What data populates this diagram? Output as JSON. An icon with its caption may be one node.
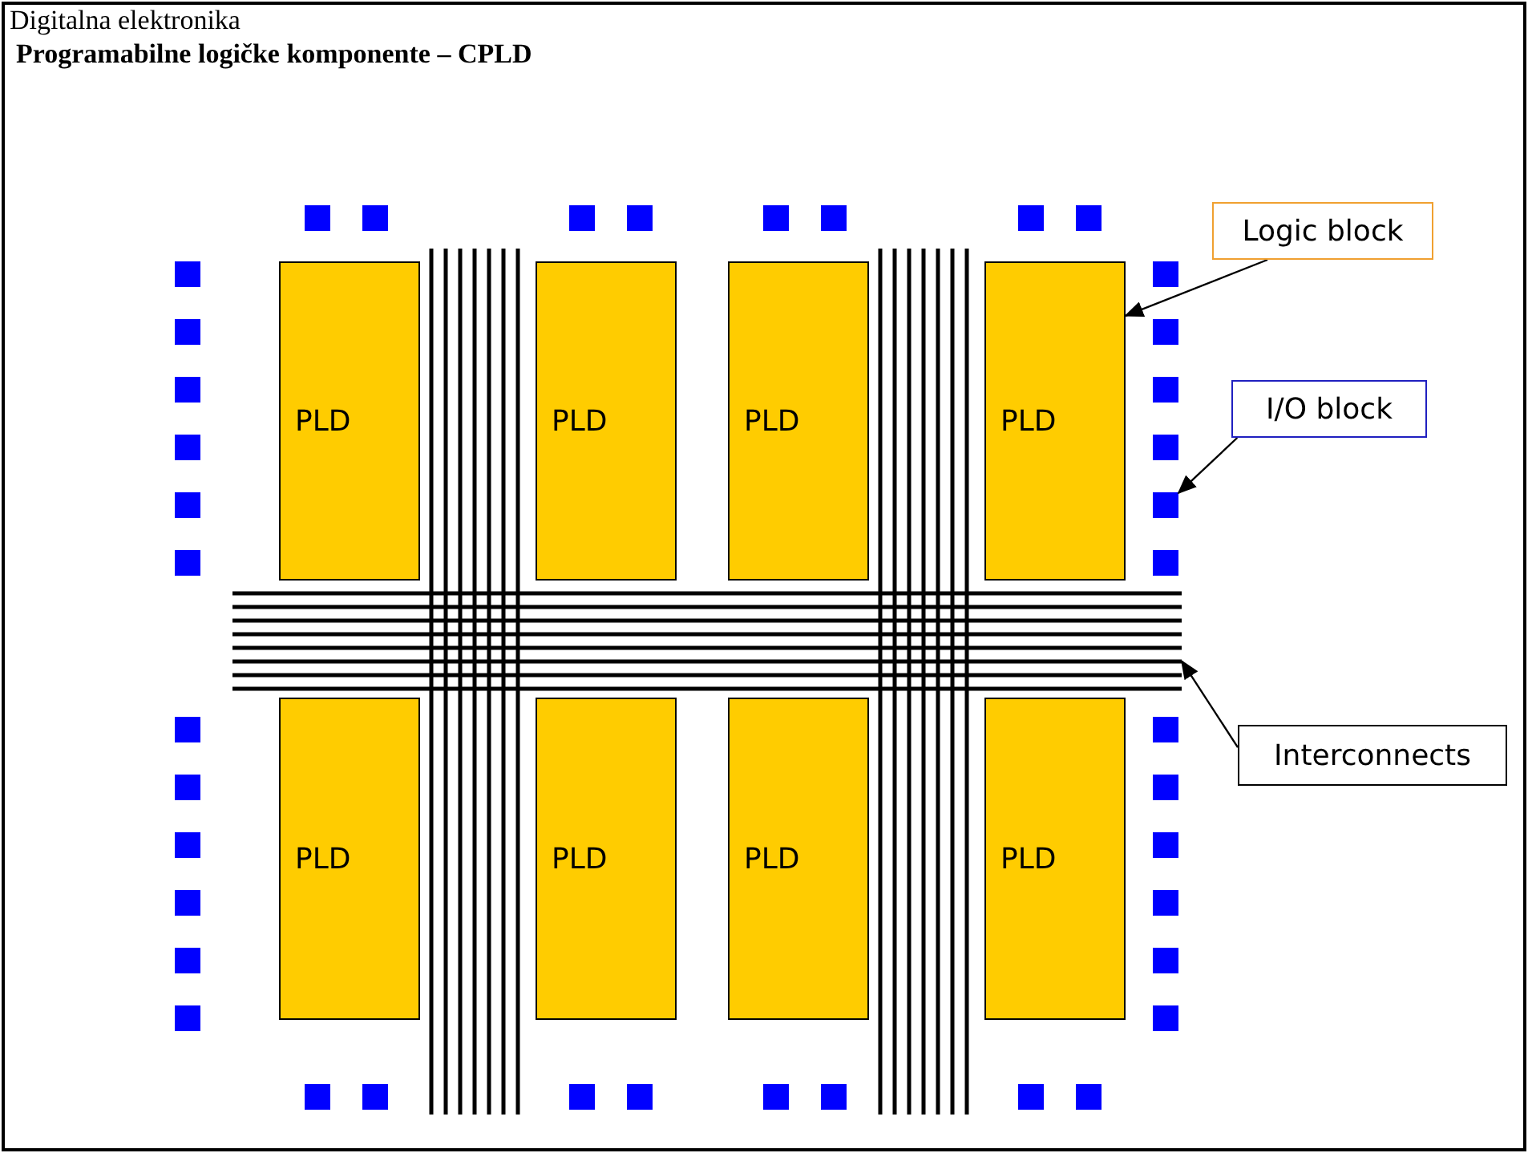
{
  "diagram": {
    "title": "Programabilne logičke komponente – CPLD",
    "nodes": [
      {
        "text": [],
        "shape": "box"
      },
      {
        "text": [],
        "shape": "box"
      },
      {
        "text": [],
        "shape": "box"
      },
      {
        "text": [],
        "shape": "box"
      },
      {
        "text": [],
        "shape": "box"
      },
      {
        "text": [],
        "shape": "box"
      },
      {
        "text": [],
        "shape": "box"
      },
      {
        "text": [],
        "shape": "box"
      },
      {
        "text": [
          "Logic block"
        ]
      },
      {
        "text": [],
        "shape": "box"
      },
      {
        "text": [
          "PLD"
        ]
      },
      {
        "text": [
          "PLD"
        ]
      },
      {
        "text": [
          "PLD"
        ]
      },
      {
        "text": [
          "PLD"
        ]
      },
      {
        "text": [],
        "shape": "box"
      },
      {
        "text": [],
        "shape": "box"
      },
      {
        "text": [],
        "shape": "box"
      },
      {
        "text": [],
        "shape": "box"
      },
      {
        "text": [],
        "shape": "box"
      },
      {
        "text": [
          "I/O block"
        ]
      },
      {
        "text": [],
        "shape": "box"
      },
      {
        "text": [],
        "shape": "box"
      },
      {
        "text": [],
        "shape": "box"
      },
      {
        "text": [],
        "shape": "box"
      },
      {
        "text": [],
        "shape": "box"
      },
      {
        "text": [],
        "shape": "box"
      },
      {
        "text": [],
        "shape": "bar"
      },
      {
        "text": [
          "PLD"
        ]
      },
      {
        "text": [
          "PLD"
        ]
      },
      {
        "text": [
          "PLD"
        ]
      },
      {
        "text": [
          "PLD"
        ]
      },
      {
        "text": [],
        "shape": "box"
      },
      {
        "text": [],
        "shape": "box"
      },
      {
        "text": [
          "Interconnects"
        ]
      },
      {
        "text": [],
        "shape": "box"
      },
      {
        "text": [],
        "shape": "box"
      },
      {
        "text": [],
        "shape": "box"
      },
      {
        "text": [],
        "shape": "box"
      },
      {
        "text": [],
        "shape": "box"
      },
      {
        "text": [],
        "shape": "box"
      },
      {
        "text": [],
        "shape": "box"
      },
      {
        "text": [],
        "shape": "box"
      },
      {
        "text": [],
        "shape": "box"
      },
      {
        "text": [],
        "shape": "box"
      },
      {
        "text": [],
        "shape": "box"
      },
      {
        "text": [],
        "shape": "box"
      },
      {
        "text": [],
        "shape": "box"
      },
      {
        "text": [],
        "shape": "box"
      },
      {
        "text": [],
        "shape": "box"
      },
      {
        "text": [],
        "shape": "box"
      },
      {
        "text": [],
        "shape": "box"
      },
      {
        "text": [],
        "shape": "box"
      }
    ],
    "edges": [
      {
        "from": 8,
        "to": 13,
        "arrow": "to"
      },
      {
        "from": 19,
        "to": 23,
        "arrow": "to"
      },
      {
        "from": 33,
        "to": 26,
        "arrow": "to"
      }
    ],
    "labels": [
      "Digitalna elektronika"
    ]
  }
}
